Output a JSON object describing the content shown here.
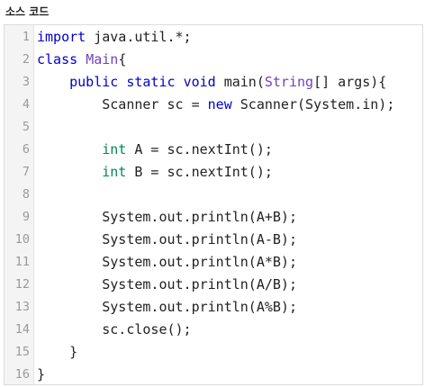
{
  "panel": {
    "title": "소스 코드"
  },
  "colors": {
    "keyword": "#0000cc",
    "type": "#008855",
    "classname": "#6f42c1",
    "plain": "#222222",
    "line_number": "#9a9a9a",
    "gutter_bg": "#f4f4f4"
  },
  "code_lines": [
    {
      "n": "1",
      "tokens": [
        {
          "t": "kw",
          "v": "import"
        },
        {
          "t": "pl",
          "v": " java.util.*;"
        }
      ]
    },
    {
      "n": "2",
      "tokens": [
        {
          "t": "kw",
          "v": "class"
        },
        {
          "t": "pl",
          "v": " "
        },
        {
          "t": "cls",
          "v": "Main"
        },
        {
          "t": "pl",
          "v": "{"
        }
      ]
    },
    {
      "n": "3",
      "tokens": [
        {
          "t": "pl",
          "v": "    "
        },
        {
          "t": "kw",
          "v": "public"
        },
        {
          "t": "pl",
          "v": " "
        },
        {
          "t": "kw",
          "v": "static"
        },
        {
          "t": "pl",
          "v": " "
        },
        {
          "t": "kw",
          "v": "void"
        },
        {
          "t": "pl",
          "v": " main("
        },
        {
          "t": "cls",
          "v": "String"
        },
        {
          "t": "pl",
          "v": "[] args){"
        }
      ]
    },
    {
      "n": "4",
      "tokens": [
        {
          "t": "pl",
          "v": "        Scanner sc = "
        },
        {
          "t": "kw",
          "v": "new"
        },
        {
          "t": "pl",
          "v": " Scanner(System.in);"
        }
      ]
    },
    {
      "n": "5",
      "tokens": [
        {
          "t": "pl",
          "v": ""
        }
      ]
    },
    {
      "n": "6",
      "tokens": [
        {
          "t": "pl",
          "v": "        "
        },
        {
          "t": "ty",
          "v": "int"
        },
        {
          "t": "pl",
          "v": " A = sc.nextInt();"
        }
      ]
    },
    {
      "n": "7",
      "tokens": [
        {
          "t": "pl",
          "v": "        "
        },
        {
          "t": "ty",
          "v": "int"
        },
        {
          "t": "pl",
          "v": " B = sc.nextInt();"
        }
      ]
    },
    {
      "n": "8",
      "tokens": [
        {
          "t": "pl",
          "v": ""
        }
      ]
    },
    {
      "n": "9",
      "tokens": [
        {
          "t": "pl",
          "v": "        System.out.println(A+B);"
        }
      ]
    },
    {
      "n": "10",
      "tokens": [
        {
          "t": "pl",
          "v": "        System.out.println(A-B);"
        }
      ]
    },
    {
      "n": "11",
      "tokens": [
        {
          "t": "pl",
          "v": "        System.out.println(A*B);"
        }
      ]
    },
    {
      "n": "12",
      "tokens": [
        {
          "t": "pl",
          "v": "        System.out.println(A/B);"
        }
      ]
    },
    {
      "n": "13",
      "tokens": [
        {
          "t": "pl",
          "v": "        System.out.println(A%B);"
        }
      ]
    },
    {
      "n": "14",
      "tokens": [
        {
          "t": "pl",
          "v": "        sc.close();"
        }
      ]
    },
    {
      "n": "15",
      "tokens": [
        {
          "t": "pl",
          "v": "    }"
        }
      ]
    },
    {
      "n": "16",
      "tokens": [
        {
          "t": "pl",
          "v": "}"
        }
      ]
    }
  ]
}
